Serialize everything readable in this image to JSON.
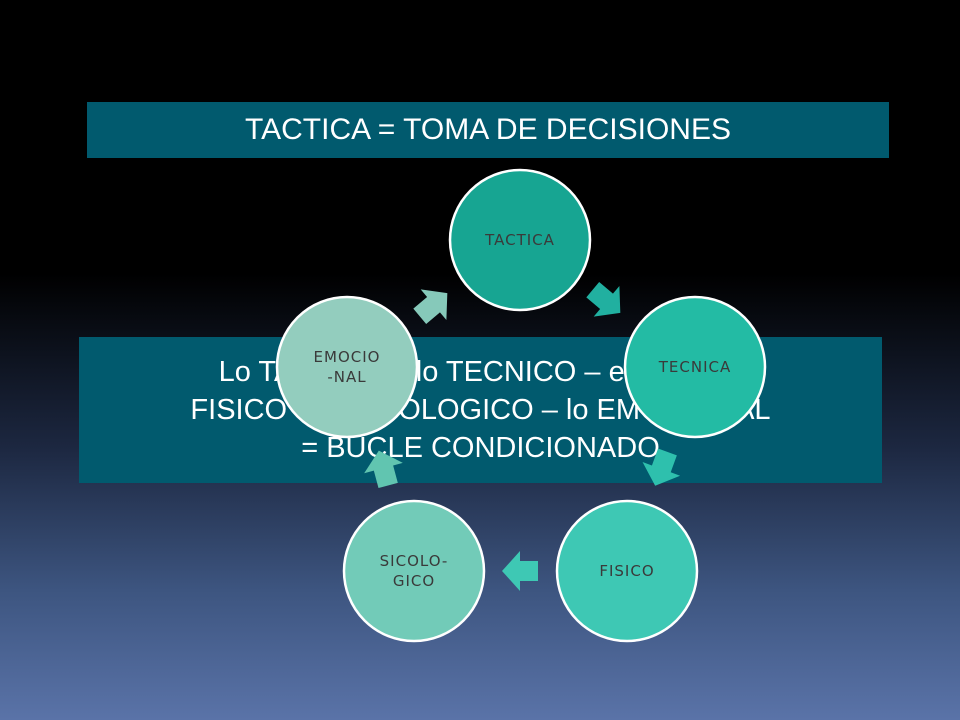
{
  "title": "TACTICA = TOMA DE DECISIONES",
  "body": {
    "line1": "Lo TACTICO – lo TECNICO – el Aspecto",
    "line2": "FISICO – lo SICOLOGICO – lo EMOCIONAL",
    "line3": "= BUCLE  CONDICIONADO"
  },
  "cycle": {
    "nodes": [
      {
        "id": "tactica",
        "lines": [
          "TACTICA"
        ],
        "color": "#17a592"
      },
      {
        "id": "tecnica",
        "lines": [
          "TECNICA"
        ],
        "color": "#23bba4"
      },
      {
        "id": "fisico",
        "lines": [
          "FISICO"
        ],
        "color": "#3ec8b4"
      },
      {
        "id": "sicologico",
        "lines": [
          "SICOLO-",
          "GICO"
        ],
        "color": "#72cbb8"
      },
      {
        "id": "emocional",
        "lines": [
          "EMOCIO",
          "-NAL"
        ],
        "color": "#93cdbe"
      }
    ],
    "arrow_colors": [
      "#21b0a0",
      "#2ec0ad",
      "#3ec8b4",
      "#61c5b0",
      "#86c9ba"
    ]
  }
}
